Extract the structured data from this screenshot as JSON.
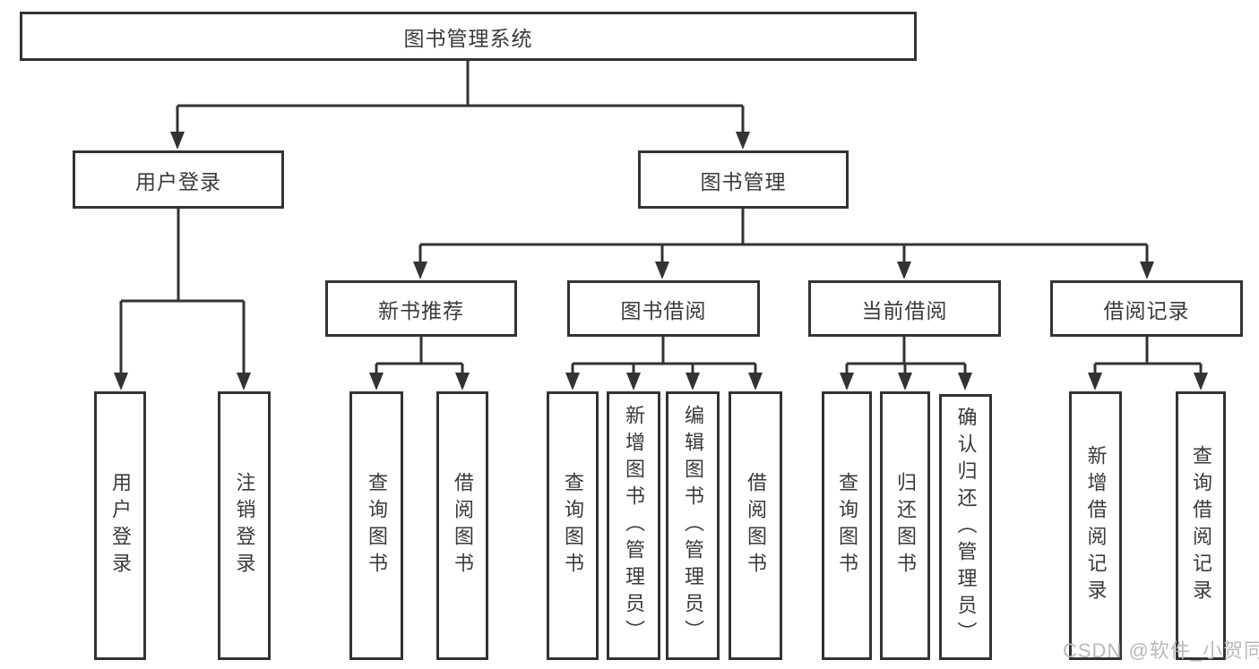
{
  "diagram": {
    "colors": {
      "line": "#333333",
      "text": "#3a3a3a",
      "watermark": "#b9b9b9",
      "background": "#ffffff"
    },
    "watermark": {
      "text": "CSDN @软件_小贺同学"
    },
    "tree": {
      "label": "图书管理系统",
      "children": [
        {
          "label": "用户登录",
          "children": [
            {
              "label": "用户登录"
            },
            {
              "label": "注销登录"
            }
          ]
        },
        {
          "label": "图书管理",
          "children": [
            {
              "label": "新书推荐",
              "children": [
                {
                  "label": "查询图书"
                },
                {
                  "label": "借阅图书"
                }
              ]
            },
            {
              "label": "图书借阅",
              "children": [
                {
                  "label": "查询图书"
                },
                {
                  "label": "新增图书（管理员）"
                },
                {
                  "label": "编辑图书（管理员）"
                },
                {
                  "label": "借阅图书"
                }
              ]
            },
            {
              "label": "当前借阅",
              "children": [
                {
                  "label": "查询图书"
                },
                {
                  "label": "归还图书"
                },
                {
                  "label": "确认归还（管理员）"
                }
              ]
            },
            {
              "label": "借阅记录",
              "children": [
                {
                  "label": "新增借阅记录"
                },
                {
                  "label": "查询借阅记录"
                }
              ]
            }
          ]
        }
      ]
    }
  }
}
